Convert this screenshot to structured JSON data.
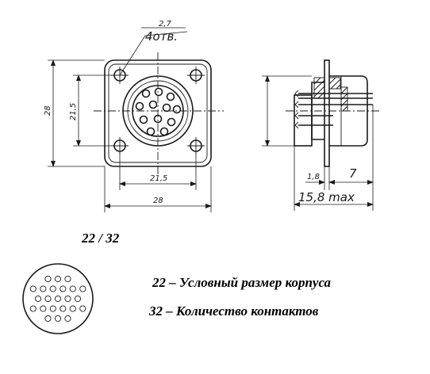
{
  "front_view": {
    "dim_width_bottom": "28",
    "dim_pin_span_bottom": "21,5",
    "dim_height_left": "28",
    "dim_pin_span_left": "21,5",
    "dim_hole": "2,7",
    "dim_hole_count": "4отв."
  },
  "side_view": {
    "dim_flange": "1,8",
    "dim_pin": "7",
    "dim_total": "15,8 max"
  },
  "legend": {
    "code": "22 / 32",
    "line1": "22 – Условный размер корпуса",
    "line2": "32 –  Количество контактов"
  }
}
